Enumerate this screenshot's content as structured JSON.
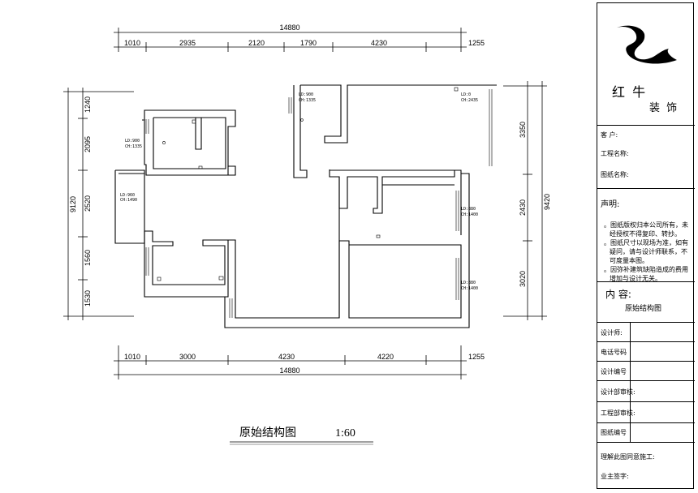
{
  "drawing": {
    "title": "原始结构图",
    "scale": "1:60",
    "dims_top": [
      "1010",
      "2935",
      "2120",
      "1790",
      "4230",
      "1255"
    ],
    "total_top": "14880",
    "dims_bottom": [
      "1010",
      "3000",
      "4230",
      "4220",
      "1255"
    ],
    "total_bottom": "14880",
    "dims_left": [
      "1240",
      "2095",
      "2520",
      "1560",
      "1530"
    ],
    "total_left": "9120",
    "dims_right": [
      "3350",
      "2430",
      "3020"
    ],
    "total_right": "9420",
    "window_labels": [
      {
        "ld": "LD:900",
        "ch": "CH:1335"
      },
      {
        "ld": "LD:960",
        "ch": "CH:1490"
      },
      {
        "ld": "LD:900",
        "ch": "CH:1335"
      },
      {
        "ld": "LD:0",
        "ch": "CH:2435"
      },
      {
        "ld": "LD:880",
        "ch": "CH:1400"
      },
      {
        "ld": "LD:880",
        "ch": "CH:1400"
      }
    ]
  },
  "titleblock": {
    "brand_line1": "红 牛",
    "brand_line2": "装 饰",
    "client_label": "客    户:",
    "project_label": "工程名称:",
    "drawing_name_label": "图纸名称:",
    "statement_title": "声明:",
    "statement_lines": [
      "。图纸版权归本公司所有，未经授权不得复印、转抄。",
      "。图纸尺寸以现场为准，如有疑问，请与设计师联系，不可度量本图。",
      "。因弥补建筑缺陷造成的费用增加与设计无关。"
    ],
    "content_label": "内  容:",
    "content_value": "原始结构图",
    "designer_label": "设计师:",
    "phone_label": "电话号码",
    "design_no_label": "设计编号",
    "design_review_label": "设计部审核:",
    "engineering_review_label": "工程部审核:",
    "drawing_no_label": "图纸编号",
    "agree_label": "理解此图同意施工:",
    "signature_label": "业主签字:"
  }
}
